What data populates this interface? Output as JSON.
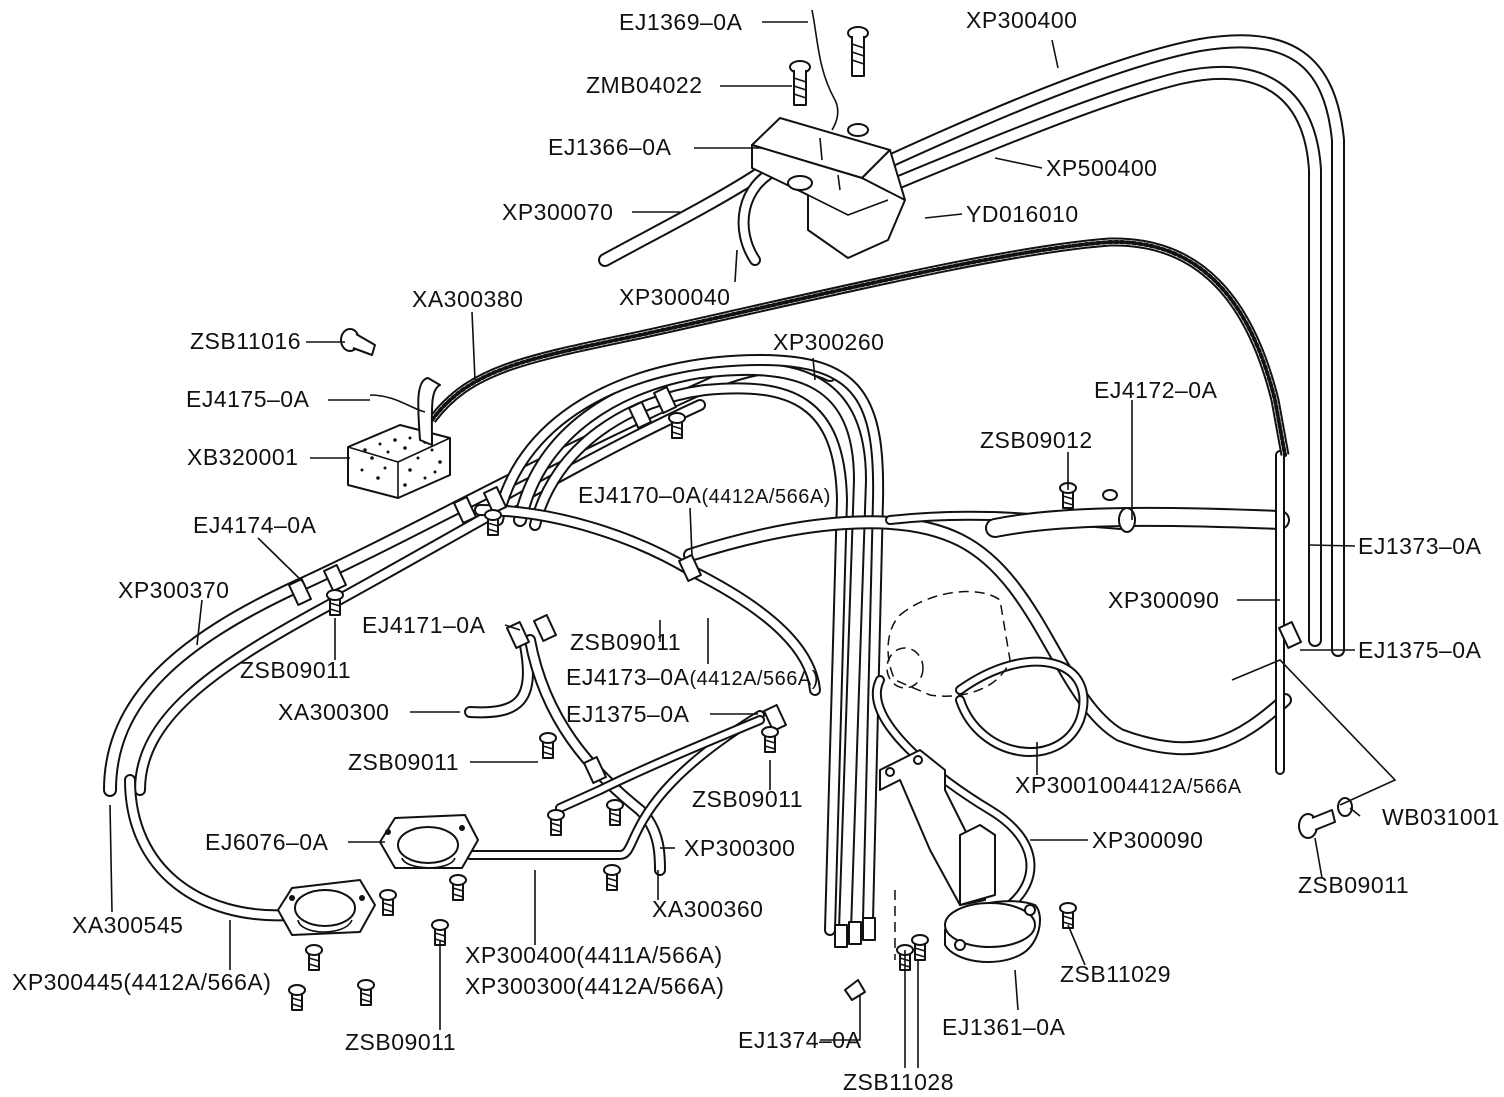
{
  "labels": {
    "ej1369": "EJ1369–0A",
    "xp300400_top": "XP300400",
    "zmb04022": "ZMB04022",
    "ej1366": "EJ1366–0A",
    "xp500400": "XP500400",
    "xp300070": "XP300070",
    "yd016010": "YD016010",
    "xp300040": "XP300040",
    "xa300380": "XA300380",
    "zsb11016": "ZSB11016",
    "xp300260": "XP300260",
    "ej4175": "EJ4175–0A",
    "ej4172": "EJ4172–0A",
    "xb320001": "XB320001",
    "zsb09012": "ZSB09012",
    "ej4170": "EJ4170–0A",
    "ej4170_note": "(4412A/566A)",
    "ej4174": "EJ4174–0A",
    "ej1373": "EJ1373–0A",
    "xp300370": "XP300370",
    "xp300090_right": "XP300090",
    "ej4171": "EJ4171–0A",
    "zsb09011_a": "ZSB09011",
    "ej1375_right": "EJ1375–0A",
    "zsb09011_b": "ZSB09011",
    "ej4173": "EJ4173–0A",
    "ej4173_note": "(4412A/566A)",
    "xa300300": "XA300300",
    "ej1375_mid": "EJ1375–0A",
    "zsb09011_c": "ZSB09011",
    "xp300100": "XP300100",
    "xp300100_note": "4412A/566A",
    "zsb09011_d": "ZSB09011",
    "wb031001": "WB031001",
    "ej6076": "EJ6076–0A",
    "xp300090_mid": "XP300090",
    "xp300300_mid": "XP300300",
    "zsb09011_e": "ZSB09011",
    "xa300360": "XA300360",
    "xa300545": "XA300545",
    "zsb11029": "ZSB11029",
    "xp300400_bot": "XP300400(4411A/566A)",
    "xp300445": "XP300445(4412A/566A)",
    "xp300300_bot": "XP300300(4412A/566A)",
    "ej1361": "EJ1361–0A",
    "ej1374": "EJ1374–0A",
    "zsb09011_f": "ZSB09011",
    "zsb11028": "ZSB11028"
  }
}
